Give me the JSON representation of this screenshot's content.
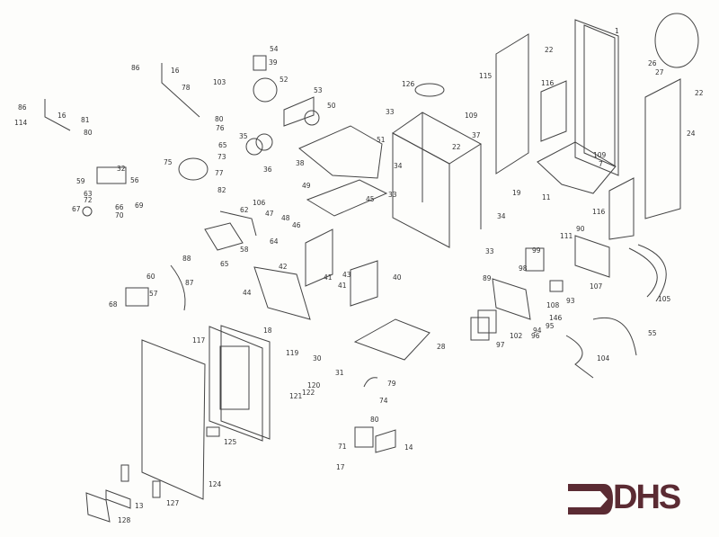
{
  "diagram": {
    "type": "exploded parts diagram",
    "callouts": [
      "86",
      "16",
      "78",
      "103",
      "54",
      "39",
      "52",
      "53",
      "50",
      "86",
      "16",
      "81",
      "114",
      "80",
      "80",
      "76",
      "65",
      "35",
      "36",
      "38",
      "75",
      "73",
      "77",
      "32",
      "59",
      "56",
      "63",
      "72",
      "66",
      "69",
      "67",
      "70",
      "82",
      "62",
      "106",
      "47",
      "49",
      "48",
      "46",
      "45",
      "51",
      "33",
      "109",
      "37",
      "22",
      "34",
      "33",
      "34",
      "33",
      "126",
      "115",
      "22",
      "116",
      "1",
      "26",
      "27",
      "22",
      "24",
      "109",
      "7",
      "19",
      "11",
      "116",
      "90",
      "111",
      "58",
      "64",
      "88",
      "65",
      "42",
      "44",
      "43",
      "41",
      "41",
      "40",
      "60",
      "57",
      "68",
      "87",
      "99",
      "98",
      "89",
      "93",
      "108",
      "107",
      "105",
      "146",
      "95",
      "94",
      "96",
      "102",
      "97",
      "55",
      "104",
      "18",
      "117",
      "119",
      "30",
      "31",
      "28",
      "120",
      "122",
      "121",
      "79",
      "74",
      "80",
      "71",
      "14",
      "17",
      "125",
      "124",
      "13",
      "127",
      "128"
    ]
  },
  "logo": {
    "text": "DHS",
    "color": "#5b2b33"
  }
}
